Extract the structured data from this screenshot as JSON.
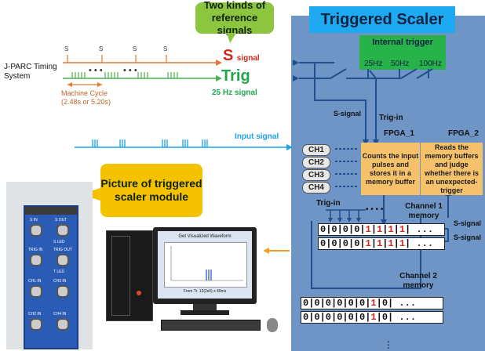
{
  "title": "Triggered Scaler",
  "callout_reference": "Two kinds of reference signals",
  "callout_picture": "Picture of triggered scaler module",
  "timing_system": "J-PARC Timing System",
  "machine_cycle": "Machine Cycle (2.48s or 5.20s)",
  "s_marker": "S",
  "s_signal_big": "S",
  "s_signal_small": "signal",
  "trig_label": "Trig",
  "trig_rate": "25 Hz signal",
  "input_signal": "Input signal",
  "internal_trigger": {
    "title": "Internal trigger",
    "freqs": [
      "25Hz",
      "50Hz",
      "100Hz"
    ]
  },
  "s_signal_wire": "S-signal",
  "trig_in": "Trig-in",
  "trig_in_memory": "Trig-in",
  "fpga1": {
    "name": "FPGA_1",
    "text": "Counts the input pulses and stores it in a memory buffer"
  },
  "fpga2": {
    "name": "FPGA_2",
    "text": "Reads the memory buffers and judge whether there is an unexpected-trigger"
  },
  "channels": [
    "CH1",
    "CH2",
    "CH3",
    "CH4"
  ],
  "channel1_memory": "Channel 1 memory",
  "channel2_memory": "Channel 2 memory",
  "s_signal_mem1": "S-signal",
  "s_signal_mem2": "S-signal",
  "mem1_rows": [
    "0|0|0|0|1|1|1|1| ...",
    "0|0|0|0|1|1|1|1| ..."
  ],
  "mem2_rows": [
    "0|0|0|0|0|0|1|0| ...",
    "0|0|0|0|0|0|1|0| ..."
  ],
  "screen_title": "Get Visualized Waveform",
  "screen_axis": "From Tr. 13(2s0) s 40ms",
  "module_labels": [
    "S IN",
    "S OUT",
    "S LED",
    "TRIG IN",
    "TRIG OUT",
    "T LED",
    "CH1 IN",
    "CH3 IN",
    "CH2 IN",
    "CH4 IN"
  ],
  "colors": {
    "panel": "#6f95c6",
    "title": "#1eaaf0",
    "green_callout": "#8cc63f",
    "yellow_callout": "#f5c200",
    "trigger_box": "#27b24a",
    "fpga": "#f5c26b",
    "s_red": "#d4261c",
    "trig_green": "#1fa84a",
    "input_blue": "#1aa3e8",
    "wire": "#1f4f8c"
  }
}
